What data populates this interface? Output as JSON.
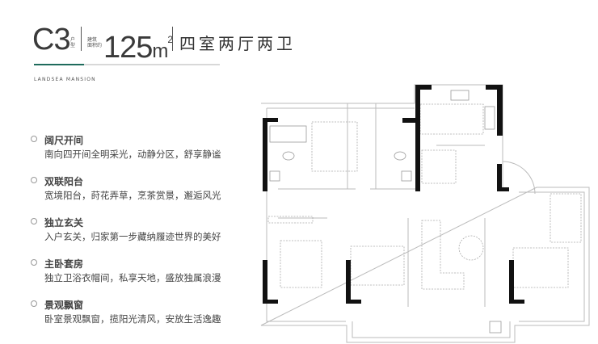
{
  "header": {
    "unit_code": "C3",
    "unit_label_1": "户",
    "unit_label_2": "型",
    "area_label_1": "建筑",
    "area_label_2": "面积约",
    "area_value": "125",
    "area_unit": "m",
    "area_sup": "2",
    "layout": "四室两厅两卫",
    "brand": "LANDSEA MANSION",
    "accent_color": "#1f6b5c"
  },
  "features": [
    {
      "title": "阔尺开间",
      "desc": "南向四开间全明采光，动静分区，舒享静谧"
    },
    {
      "title": "双联阳台",
      "desc": "宽境阳台，莳花弄草，烹茶赏景，邂逅风光"
    },
    {
      "title": "独立玄关",
      "desc": "入户玄关，归家第一步藏纳履迹世界的美好"
    },
    {
      "title": "主卧套房",
      "desc": "独立卫浴衣帽间，私享天地，盛放独属浪漫"
    },
    {
      "title": "景观飘窗",
      "desc": "卧室景观飘窗，揽阳光清风，安放生活逸趣"
    }
  ]
}
